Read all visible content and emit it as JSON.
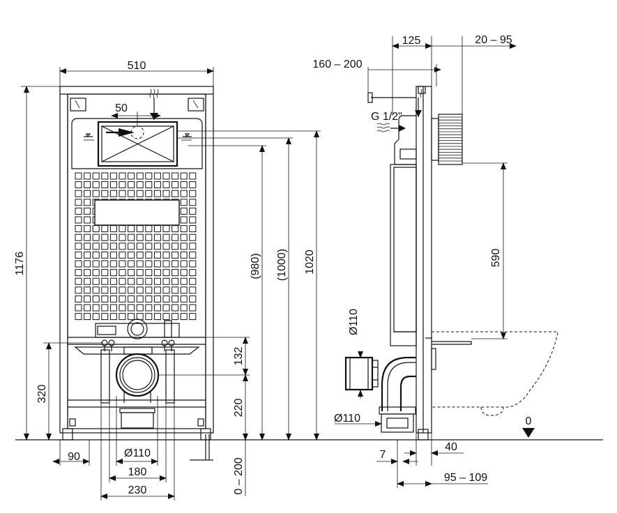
{
  "front": {
    "width_510": "510",
    "height_1176": "1176",
    "flush_50": "50",
    "h_980": "(980)",
    "h_1000": "(1000)",
    "h_1020": "1020",
    "d_132": "132",
    "d_220": "220",
    "d_320": "320",
    "d_0_200": "0 – 200",
    "w_90": "90",
    "w_d110": "Ø110",
    "w_180": "180",
    "w_230": "230"
  },
  "side": {
    "d_125": "125",
    "d_20_95": "20 – 95",
    "d_160_200": "160 – 200",
    "g_half": "G 1/2\"",
    "d_590": "590",
    "pipe_d110_top": "Ø110",
    "pipe_d110_bottom": "Ø110",
    "floor_0": "0",
    "d_7": "7",
    "d_40": "40",
    "d_95_109": "95 – 109"
  },
  "colors": {
    "ink": "#111111",
    "background": "#ffffff"
  }
}
